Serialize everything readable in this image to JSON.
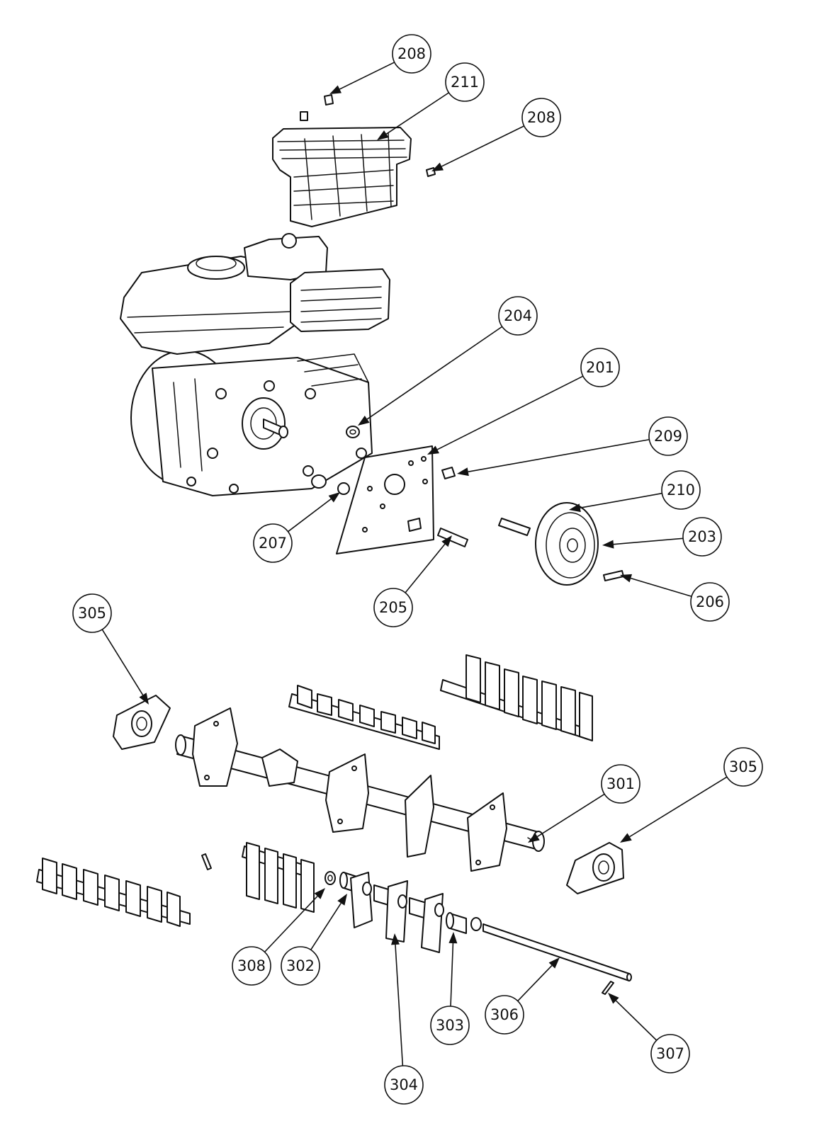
{
  "diagram": {
    "balloons": [
      {
        "id": "b208a",
        "label": "208"
      },
      {
        "id": "b211",
        "label": "211"
      },
      {
        "id": "b208b",
        "label": "208"
      },
      {
        "id": "b204",
        "label": "204"
      },
      {
        "id": "b201",
        "label": "201"
      },
      {
        "id": "b209",
        "label": "209"
      },
      {
        "id": "b210",
        "label": "210"
      },
      {
        "id": "b203",
        "label": "203"
      },
      {
        "id": "b207",
        "label": "207"
      },
      {
        "id": "b205",
        "label": "205"
      },
      {
        "id": "b206",
        "label": "206"
      },
      {
        "id": "b305a",
        "label": "305"
      },
      {
        "id": "b305b",
        "label": "305"
      },
      {
        "id": "b301",
        "label": "301"
      },
      {
        "id": "b308",
        "label": "308"
      },
      {
        "id": "b302",
        "label": "302"
      },
      {
        "id": "b304",
        "label": "304"
      },
      {
        "id": "b303",
        "label": "303"
      },
      {
        "id": "b306",
        "label": "306"
      },
      {
        "id": "b307",
        "label": "307"
      }
    ]
  }
}
